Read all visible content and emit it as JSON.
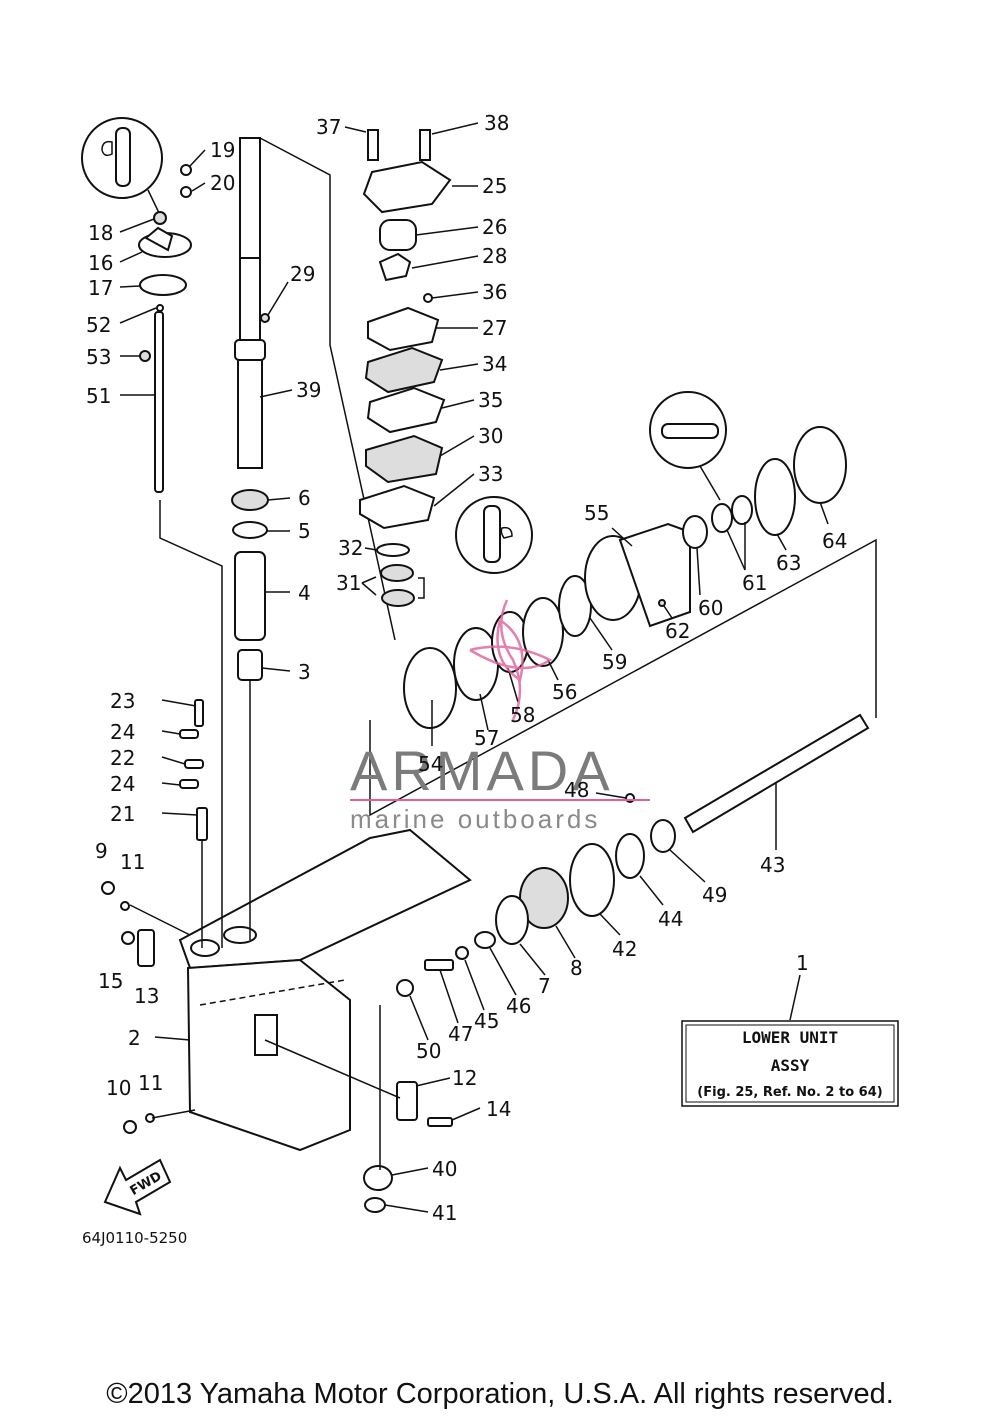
{
  "callouts": [
    "1",
    "2",
    "3",
    "4",
    "5",
    "6",
    "7",
    "8",
    "9",
    "10",
    "11",
    "11",
    "12",
    "13",
    "14",
    "15",
    "16",
    "17",
    "18",
    "19",
    "20",
    "21",
    "22",
    "23",
    "24",
    "24",
    "25",
    "26",
    "27",
    "28",
    "29",
    "30",
    "31",
    "32",
    "33",
    "34",
    "35",
    "36",
    "37",
    "38",
    "39",
    "40",
    "41",
    "42",
    "43",
    "44",
    "45",
    "46",
    "47",
    "48",
    "49",
    "50",
    "51",
    "52",
    "53",
    "54",
    "55",
    "56",
    "57",
    "58",
    "59",
    "60",
    "61",
    "62",
    "63",
    "64"
  ],
  "assy_box": {
    "line1": "LOWER UNIT",
    "line2": "ASSY",
    "line3": "(Fig. 25, Ref. No. 2 to 64)"
  },
  "fwd_label": "FWD",
  "diagram_code": "64J0110-5250",
  "watermark": {
    "main": "ARMADA",
    "sub": "marine outboards"
  },
  "footer": {
    "copyright": "©2013 Yamaha Motor Corporation, U.S.A. All rights reserved."
  },
  "colors": {
    "line": "#111111",
    "watermark_text": "#7b7b7b",
    "watermark_logo": "#e0609a"
  }
}
